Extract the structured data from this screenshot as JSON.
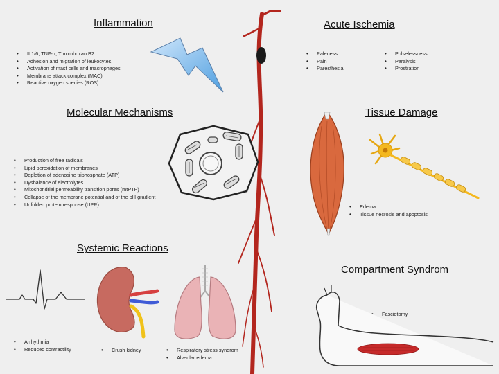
{
  "colors": {
    "background": "#efefef",
    "artery": "#b3261e",
    "lightning": "#7cc0ef",
    "muscle": "#d9693e",
    "neuron": "#f4b81f",
    "kidney": "#c76a60",
    "lungs": "#eab3b6"
  },
  "icons": [
    "artery-with-clot",
    "lightning-bolt-icon",
    "cell-icon",
    "muscle-icon",
    "neuron-icon",
    "ecg-trace-icon",
    "kidney-icon",
    "lungs-icon",
    "leg-icon"
  ],
  "inflammation": {
    "title": "Inflammation",
    "items": [
      "IL1/6, TNF-α, Thromboxan B2",
      "Adhesion and migration of leukocytes,",
      "Activation of mast cells and macrophages",
      "Membrane attack complex (MAC)",
      "Reactive oxygen species (ROS)"
    ]
  },
  "acute_ischemia": {
    "title": "Acute Ischemia",
    "col1": [
      "Paleness",
      "Pain",
      "Paresthesia"
    ],
    "col2": [
      "Pulselessness",
      "Paralysis",
      "Prostration"
    ]
  },
  "molecular": {
    "title": "Molecular Mechanisms",
    "items": [
      "Production of free radicals",
      "Lipid peroxidation of membranes",
      "Depletion of adenosine triphosphate (ATP)",
      "Dysbalance of electrolytes",
      "Mitochondrial permeability transition pores (mtPTP)",
      "Collapse of the membrane potential and of the pH gradient",
      "Unfolded protein response (UPR)"
    ]
  },
  "tissue_damage": {
    "title": "Tissue Damage",
    "items": [
      "Edema",
      "Tissue necrosis and apoptosis"
    ]
  },
  "systemic": {
    "title": "Systemic Reactions",
    "heart_items": [
      "Arrhythmia",
      "Reduced contractility"
    ],
    "kidney_items": [
      "Crush kidney"
    ],
    "lung_items": [
      "Respiratory stress syndrom",
      "Alveolar edema"
    ]
  },
  "compartment": {
    "title": "Compartment Syndrom",
    "items": [
      "Fasciotomy"
    ]
  }
}
